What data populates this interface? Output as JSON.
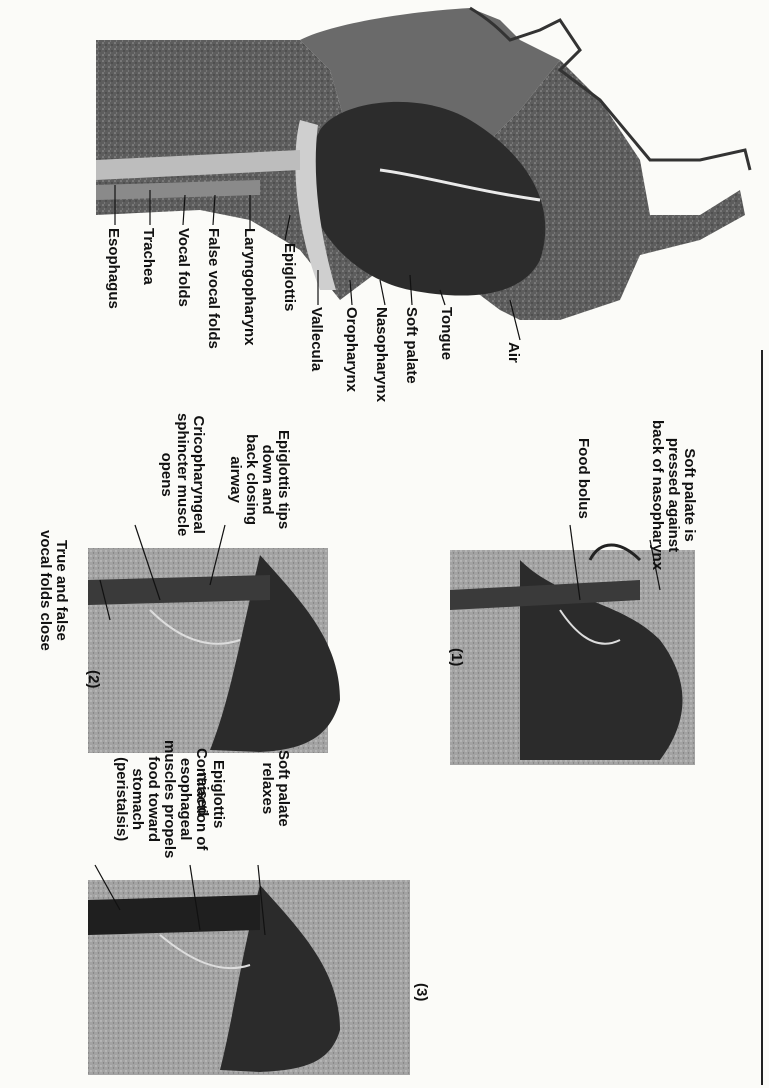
{
  "main_diagram": {
    "labels": {
      "air": "Air",
      "tongue": "Tongue",
      "soft_palate": "Soft palate",
      "nasopharynx": "Nasopharynx",
      "oropharynx": "Oropharynx",
      "vallecula": "Vallecula",
      "epiglottis": "Epiglottis",
      "laryngopharynx": "Laryngopharynx",
      "false_vocal_folds": "False vocal folds",
      "vocal_folds": "Vocal folds",
      "trachea": "Trachea",
      "esophagus": "Esophagus"
    }
  },
  "panel_1": {
    "number": "(1)",
    "labels": {
      "soft_palate_pressed": "Soft palate is\npressed against\nback of nasopharynx",
      "food_bolus": "Food bolus"
    }
  },
  "panel_2": {
    "number": "(2)",
    "labels": {
      "epiglottis_tips": "Epiglottis tips\ndown and\nback closing\nairway",
      "cricopharyngeal": "Cricopharyngeal\nsphincter muscle\nopens",
      "vocal_folds_close": "True and false\nvocal folds close"
    }
  },
  "panel_3": {
    "number": "(3)",
    "labels": {
      "soft_palate_relaxes": "Soft palate\nrelaxes",
      "epiglottis_raised": "Epiglottis\nraised",
      "contraction": "Contraction of\nesophageal\nmuscles propels\nfood toward\nstomach\n(peristalsis)"
    }
  }
}
